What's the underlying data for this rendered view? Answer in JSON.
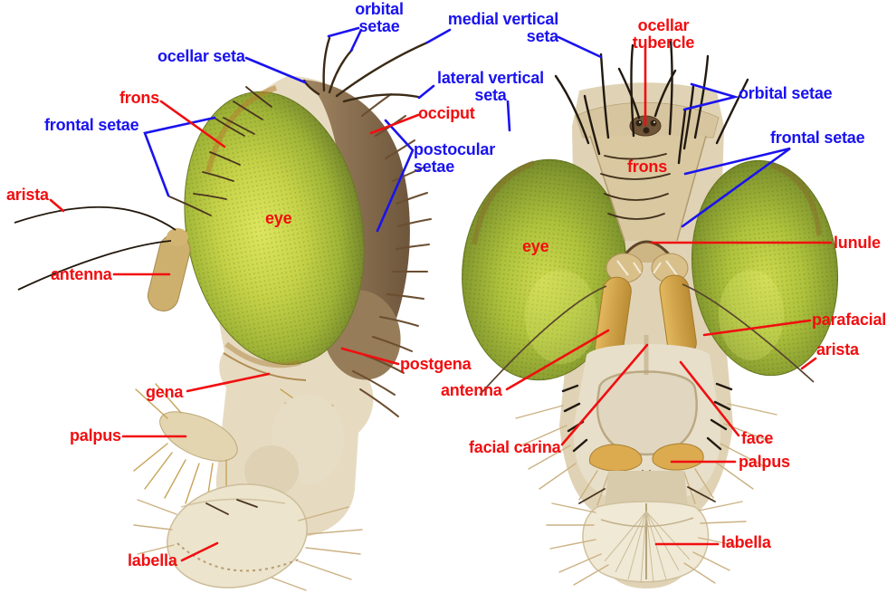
{
  "colors": {
    "label_red": "#f10e10",
    "label_blue": "#1a13ef",
    "background": "#ffffff"
  },
  "labels": {
    "lateral": {
      "orbital_setae": "orbital\nsetae",
      "ocellar_seta": "ocellar seta",
      "medial_vertical_seta": "medial vertical\nseta",
      "lateral_vertical_seta": "lateral vertical\nseta",
      "frons": "frons",
      "frontal_setae": "frontal setae",
      "arista": "arista",
      "antenna": "antenna",
      "eye": "eye",
      "occiput": "occiput",
      "postocular_setae": "postocular\nsetae",
      "postgena": "postgena",
      "gena": "gena",
      "palpus": "palpus",
      "labella": "labella"
    },
    "frontal": {
      "ocellar_tubercle": "ocellar\ntubercle",
      "orbital_setae": "orbital setae",
      "frontal_setae": "frontal setae",
      "frons": "frons",
      "lunule": "lunule",
      "eye": "eye",
      "parafacial": "parafacial",
      "arista": "arista",
      "antenna": "antenna",
      "facial_carina": "facial carina",
      "face": "face",
      "palpus": "palpus",
      "labella": "labella"
    }
  }
}
